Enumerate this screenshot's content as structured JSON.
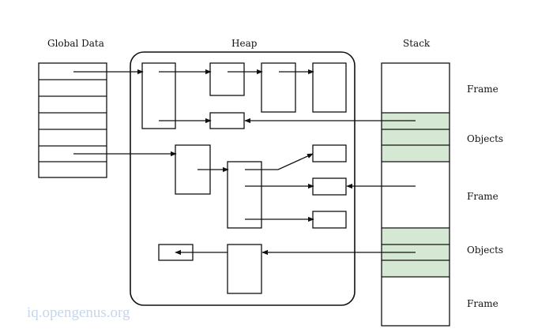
{
  "labels": {
    "global_data": "Global Data",
    "heap": "Heap",
    "stack": "Stack"
  },
  "stack_regions": [
    {
      "label": "Frame"
    },
    {
      "label": "Objects"
    },
    {
      "label": "Frame"
    },
    {
      "label": "Objects"
    },
    {
      "label": "Frame"
    }
  ],
  "watermark": "iq.opengenus.org",
  "colors": {
    "stroke": "#111111",
    "object_fill": "#d5e8d4",
    "watermark": "#c5d6ee"
  }
}
